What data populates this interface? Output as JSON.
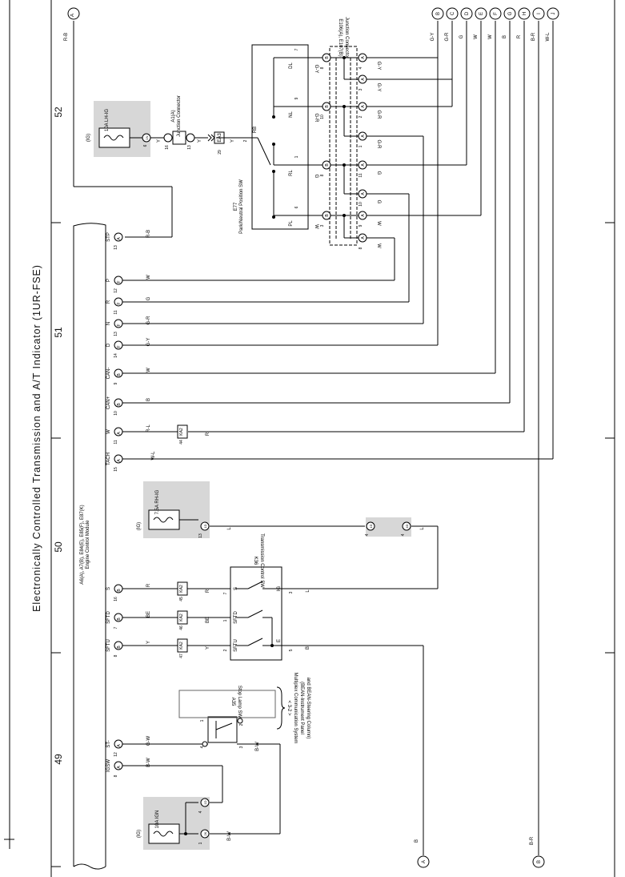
{
  "title": "Electronically Controlled Transmission and A/T Indicator (1UR-FSE)",
  "grid_numbers": [
    "52",
    "51",
    "50",
    "49"
  ],
  "ecm": {
    "code": "A6(A), A7(B), E84(E), E85(F), E87(K)",
    "name": "Engine Control Module",
    "pins": [
      {
        "name": "STP",
        "conn": "A",
        "num": "13",
        "wire": "R-B"
      },
      {
        "name": "P",
        "conn": "F",
        "num": "12",
        "wire": "W"
      },
      {
        "name": "R",
        "conn": "F",
        "num": "11",
        "wire": "G"
      },
      {
        "name": "N",
        "conn": "F",
        "num": "13",
        "wire": "G-R"
      },
      {
        "name": "D",
        "conn": "F",
        "num": "14",
        "wire": "G-Y"
      },
      {
        "name": "CAN-",
        "conn": "B",
        "num": "9",
        "wire": "W"
      },
      {
        "name": "CAN+",
        "conn": "B",
        "num": "10",
        "wire": "B"
      },
      {
        "name": "W",
        "conn": "A",
        "num": "11",
        "wire": "R-L"
      },
      {
        "name": "TACH",
        "conn": "A",
        "num": "15",
        "wire": "W-L"
      },
      {
        "name": "S",
        "conn": "B",
        "num": "16",
        "wire": "R"
      },
      {
        "name": "SFTD",
        "conn": "B",
        "num": "7",
        "wire": "BE"
      },
      {
        "name": "SFTU",
        "conn": "B",
        "num": "8",
        "wire": "Y"
      },
      {
        "name": "ST-",
        "conn": "A",
        "num": "12",
        "wire": "G-W"
      },
      {
        "name": "IGSW",
        "conn": "A",
        "num": "8",
        "wire": "B-W"
      }
    ]
  },
  "ref_top": [
    {
      "letter": "B",
      "wire": "G-Y"
    },
    {
      "letter": "C",
      "wire": "G-R"
    },
    {
      "letter": "D",
      "wire": "G"
    },
    {
      "letter": "E",
      "wire": "W"
    },
    {
      "letter": "F",
      "wire": "W"
    },
    {
      "letter": "G",
      "wire": "B"
    },
    {
      "letter": "H",
      "wire": "R"
    },
    {
      "letter": "I",
      "wire": "B-R"
    },
    {
      "letter": "J",
      "wire": "W-L"
    }
  ],
  "ref_a": {
    "letter": "A",
    "wire": "R-B"
  },
  "ref_bottom": [
    {
      "letter": "A",
      "wire": "B"
    },
    {
      "letter": "B",
      "wire": "B-R"
    }
  ],
  "fuse_lh": {
    "label": "10A LH-IG",
    "ig": "(IG)",
    "pin": "6",
    "conn": "1N",
    "wire": "Y"
  },
  "fuse_rh": {
    "label": "7.5A RH-IG",
    "ig": "(IG)",
    "pin": "13",
    "conn": "1D",
    "wire": "L"
  },
  "fuse_ign": {
    "label": "10A IGN",
    "ig": "(IG)",
    "pins": [
      "4",
      "1"
    ],
    "conns": [
      "1D",
      "2K"
    ],
    "wire": "B-W"
  },
  "junction_a1": {
    "code": "A1(A)",
    "name": "Junction Connector",
    "pins": [
      "16",
      "13"
    ],
    "wire": "Y"
  },
  "ea3": {
    "label": "EA3",
    "pin": "29",
    "wire": "Y"
  },
  "pn_switch": {
    "code": "E77",
    "name": "Park/Neutral Position SW",
    "rb_label": "RB",
    "rb_pin": "2",
    "terminals": [
      {
        "name": "DL",
        "pin": "7"
      },
      {
        "name": "NL",
        "pin": "9"
      },
      {
        "name": "RL",
        "pin": "1"
      },
      {
        "name": "PL",
        "pin": "6"
      }
    ]
  },
  "junction_e": {
    "code": "E106(A), E107(B)",
    "name": "Junction Connector",
    "left": [
      {
        "conn": "B",
        "pin": "8",
        "wire": "G-Y"
      },
      {
        "conn": "B",
        "pin": "10",
        "wire": "G-R"
      },
      {
        "conn": "B",
        "pin": "8",
        "wire": "G"
      },
      {
        "conn": "B",
        "pin": "3",
        "wire": "W"
      }
    ],
    "right": [
      {
        "conn": "A",
        "pin": "4",
        "wire": "G-Y"
      },
      {
        "conn": "A",
        "pin": "3",
        "wire": "G-Y"
      },
      {
        "conn": "A",
        "pin": "2",
        "wire": "G-R"
      },
      {
        "conn": "A",
        "pin": "1",
        "wire": "G-R"
      },
      {
        "conn": "A",
        "pin": "11",
        "wire": "G"
      },
      {
        "conn": "A",
        "pin": "10",
        "wire": "G"
      },
      {
        "conn": "A",
        "pin": "9",
        "wire": "W"
      },
      {
        "conn": "A",
        "pin": "8",
        "wire": "W"
      }
    ]
  },
  "ka2": {
    "label": "KA2",
    "pins": [
      "44",
      "45",
      "46",
      "47"
    ],
    "wires": [
      "R",
      "R",
      "BE",
      "Y"
    ]
  },
  "trans_sw": {
    "code": "K36",
    "name": "Transmission Control SW",
    "terms": [
      "S",
      "SFTD",
      "SFTU",
      "IG",
      "E"
    ],
    "pins": [
      "7",
      "1",
      "2",
      "3",
      "5"
    ],
    "wires": [
      "L",
      "B"
    ]
  },
  "conn_4d": {
    "pins": [
      "4",
      "4"
    ],
    "conns": [
      "1D",
      "4D"
    ],
    "wire": "L"
  },
  "stop_sw": {
    "code": "A35",
    "name": "Stop Lamp SW",
    "pins": [
      "4",
      "3",
      "1",
      "2"
    ],
    "wires": [
      "G-W",
      "B-W"
    ]
  },
  "multiplex_note": {
    "ref": "< 3-2 >",
    "text": "Multiplex Communication System (BEAN-Instrument Panel and BEAN-Steering Column)"
  }
}
